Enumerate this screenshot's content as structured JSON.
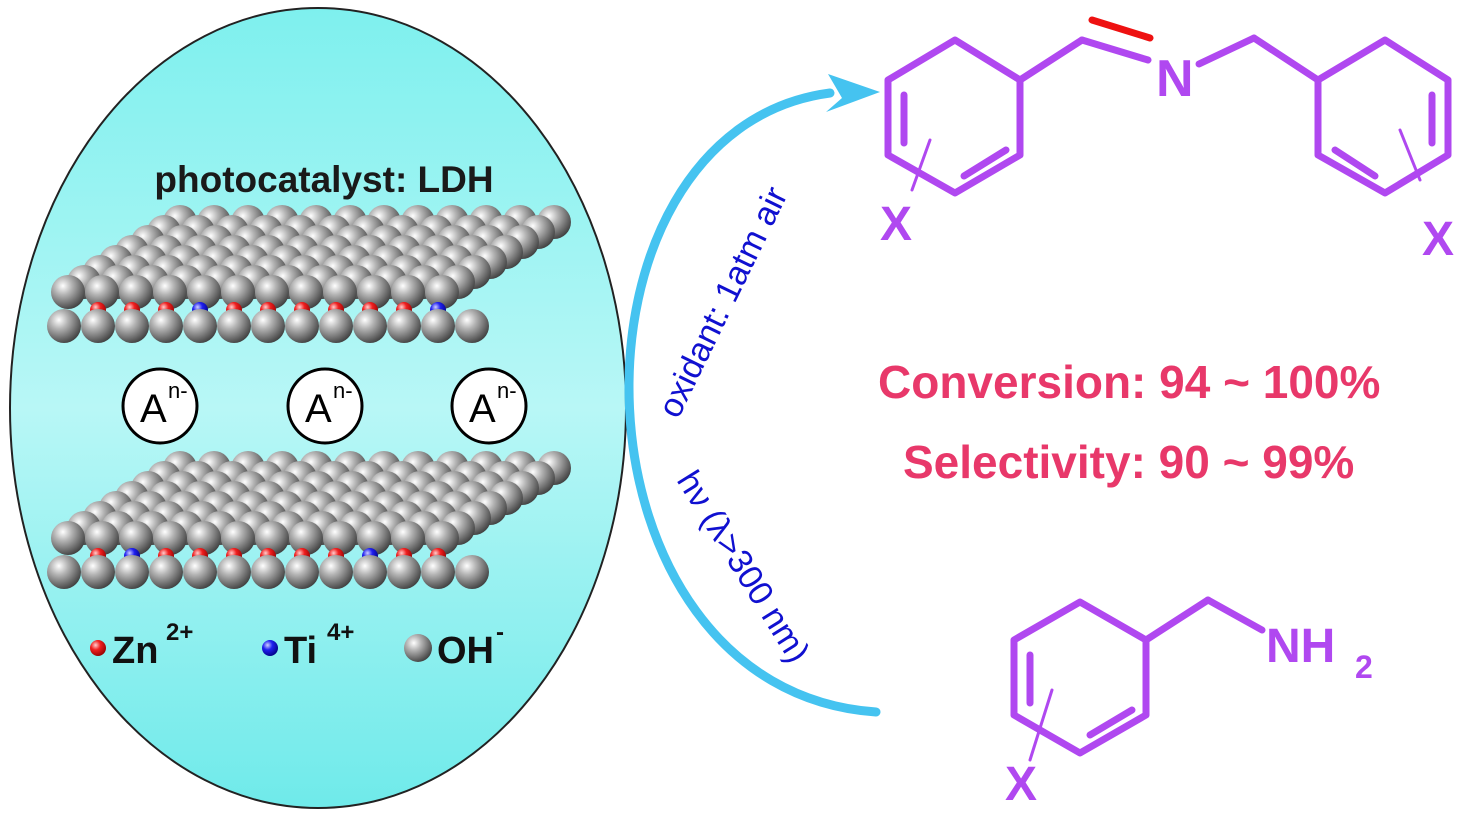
{
  "catalyst": {
    "title": "photocatalyst: LDH",
    "interlayer_anion": {
      "base": "A",
      "sup": "n-"
    },
    "legend": [
      {
        "name": "Zn",
        "sup": "2+",
        "color": "#e81818"
      },
      {
        "name": "Ti",
        "sup": "4+",
        "color": "#1a1ae0"
      },
      {
        "name": "OH",
        "sup": "-",
        "color": "#7a7a7a"
      }
    ],
    "ellipse_fill": "#5fe8e6"
  },
  "conditions": {
    "oxidant": "oxidant: 1atm air",
    "light": "hν (λ>300 nm)",
    "arrow_color": "#45c3f0",
    "text_color": "#1010d0"
  },
  "product": {
    "atom_N": "N",
    "substituent_left": "X",
    "substituent_right": "X",
    "bond_color": "#b048f0",
    "double_bond_color": "#ee1111"
  },
  "reactant": {
    "group": "NH",
    "group_sub": "2",
    "substituent": "X"
  },
  "results": {
    "conversion": "Conversion: 94 ~ 100%",
    "selectivity": "Selectivity: 90 ~  99%",
    "color": "#e8386a"
  }
}
